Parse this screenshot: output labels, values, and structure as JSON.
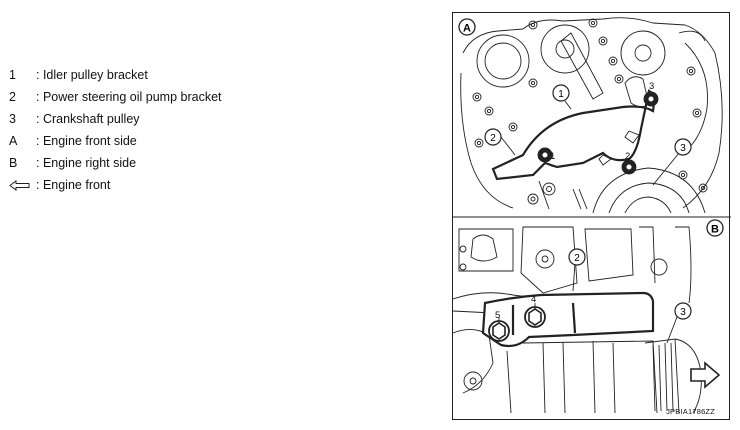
{
  "legend": {
    "items": [
      {
        "key": "1",
        "text": ": Idler pulley bracket"
      },
      {
        "key": "2",
        "text": ": Power steering oil pump bracket"
      },
      {
        "key": "3",
        "text": ": Crankshaft pulley"
      },
      {
        "key": "A",
        "text": ": Engine front side"
      },
      {
        "key": "B",
        "text": ": Engine right side"
      },
      {
        "key_icon": "hollow-left-arrow-icon",
        "text": ": Engine front"
      }
    ]
  },
  "figure": {
    "panel_a": {
      "letter": "A",
      "callouts": [
        "1",
        "2",
        "3"
      ],
      "bolt_labels": [
        "1",
        "2",
        "3"
      ]
    },
    "panel_b": {
      "letter": "B",
      "callouts": [
        "2",
        "3"
      ],
      "bolt_labels": [
        "4",
        "5"
      ],
      "direction_icon": "hollow-right-arrow-icon"
    },
    "code": "JPBIA1786ZZ"
  }
}
